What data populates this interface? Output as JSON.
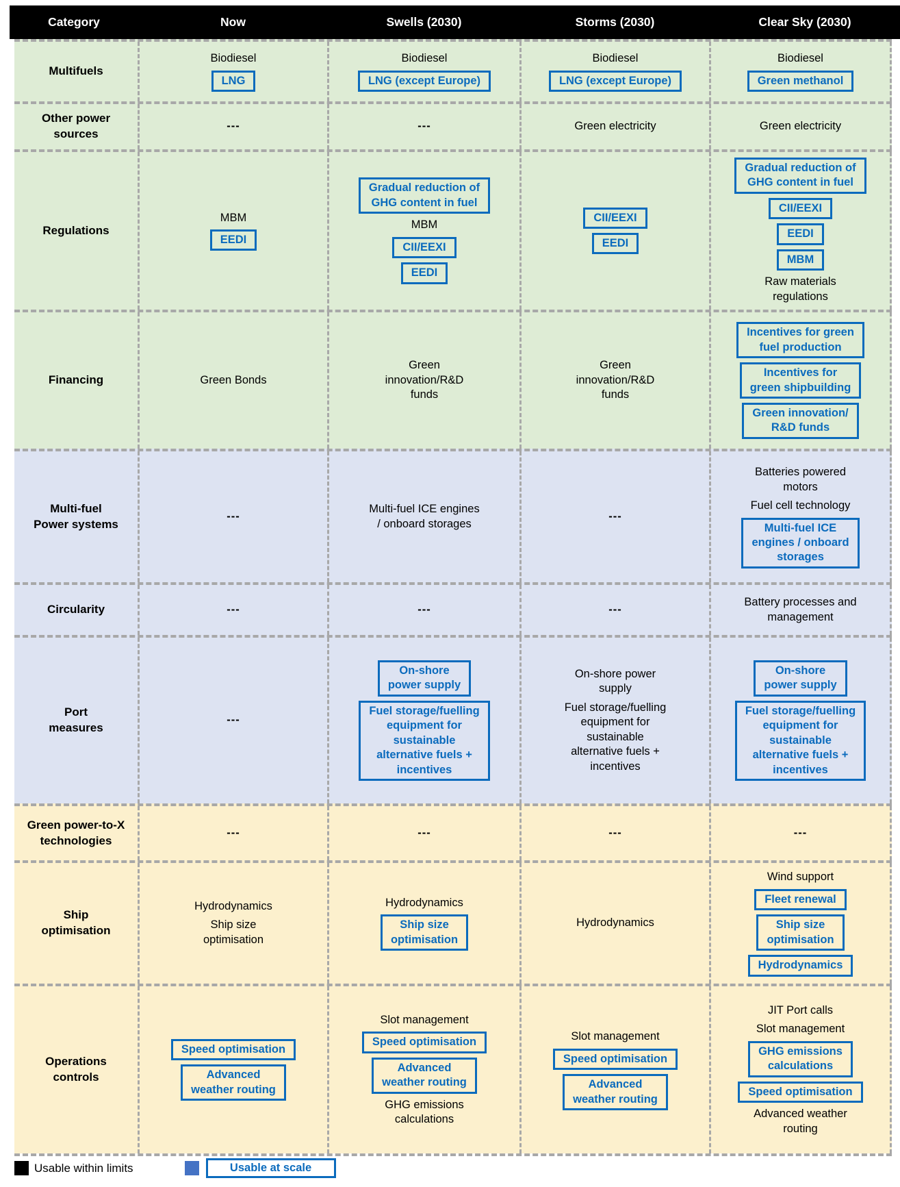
{
  "header": {
    "columns": [
      "Category",
      "Now",
      "Swells (2030)",
      "Storms (2030)",
      "Clear Sky (2030)"
    ]
  },
  "legend": {
    "usable_within_limits": "Usable within limits",
    "usable_at_scale": "Usable at scale"
  },
  "colors": {
    "green_band": "#deecd5",
    "lavender_band": "#dde3f2",
    "yellow_band": "#fcf0cd",
    "box_blue": "#0b6bbd",
    "legend_square_blue": "#4472c4",
    "grid_gray": "#a8a8a8",
    "header_black": "#000000"
  },
  "rows": [
    {
      "category": "Multifuels",
      "band": "green",
      "cells": [
        [
          {
            "t": "Biodiesel",
            "boxed": false
          },
          {
            "t": "LNG",
            "boxed": true
          }
        ],
        [
          {
            "t": "Biodiesel",
            "boxed": false
          },
          {
            "t": "LNG (except Europe)",
            "boxed": true
          }
        ],
        [
          {
            "t": "Biodiesel",
            "boxed": false
          },
          {
            "t": "LNG (except Europe)",
            "boxed": true
          }
        ],
        [
          {
            "t": "Biodiesel",
            "boxed": false
          },
          {
            "t": "Green methanol",
            "boxed": true
          }
        ]
      ]
    },
    {
      "category": "Other power\nsources",
      "band": "green",
      "cells": [
        [
          {
            "t": "---",
            "boxed": false
          }
        ],
        [
          {
            "t": "---",
            "boxed": false
          }
        ],
        [
          {
            "t": "Green electricity",
            "boxed": false
          }
        ],
        [
          {
            "t": "Green electricity",
            "boxed": false
          }
        ]
      ]
    },
    {
      "category": "Regulations",
      "band": "green",
      "cells": [
        [
          {
            "t": "MBM",
            "boxed": false
          },
          {
            "t": "EEDI",
            "boxed": true
          }
        ],
        [
          {
            "t": "Gradual reduction of\nGHG content in fuel",
            "boxed": true
          },
          {
            "t": "MBM",
            "boxed": false
          },
          {
            "t": "CII/EEXI",
            "boxed": true
          },
          {
            "t": "EEDI",
            "boxed": true
          }
        ],
        [
          {
            "t": "CII/EEXI",
            "boxed": true
          },
          {
            "t": "EEDI",
            "boxed": true
          }
        ],
        [
          {
            "t": "Gradual reduction of\nGHG content in fuel",
            "boxed": true
          },
          {
            "t": "CII/EEXI",
            "boxed": true
          },
          {
            "t": "EEDI",
            "boxed": true
          },
          {
            "t": "MBM",
            "boxed": true
          },
          {
            "t": "Raw materials\nregulations",
            "boxed": false
          }
        ]
      ]
    },
    {
      "category": "Financing",
      "band": "green",
      "cells": [
        [
          {
            "t": "Green Bonds",
            "boxed": false
          }
        ],
        [
          {
            "t": "Green\ninnovation/R&D\nfunds",
            "boxed": false
          }
        ],
        [
          {
            "t": "Green\ninnovation/R&D\nfunds",
            "boxed": false
          }
        ],
        [
          {
            "t": "Incentives for green\nfuel production",
            "boxed": true
          },
          {
            "t": "Incentives for\ngreen shipbuilding",
            "boxed": true
          },
          {
            "t": "Green innovation/\nR&D funds",
            "boxed": true
          }
        ]
      ]
    },
    {
      "category": "Multi-fuel\nPower systems",
      "band": "lav",
      "cells": [
        [
          {
            "t": "---",
            "boxed": false
          }
        ],
        [
          {
            "t": "Multi-fuel ICE engines\n/ onboard storages",
            "boxed": false
          }
        ],
        [
          {
            "t": "---",
            "boxed": false
          }
        ],
        [
          {
            "t": "Batteries powered\nmotors",
            "boxed": false
          },
          {
            "t": "Fuel cell technology",
            "boxed": false
          },
          {
            "t": "Multi-fuel ICE\nengines / onboard\nstorages",
            "boxed": true
          }
        ]
      ]
    },
    {
      "category": "Circularity",
      "band": "lav",
      "cells": [
        [
          {
            "t": "---",
            "boxed": false
          }
        ],
        [
          {
            "t": "---",
            "boxed": false
          }
        ],
        [
          {
            "t": "---",
            "boxed": false
          }
        ],
        [
          {
            "t": "Battery processes and\nmanagement",
            "boxed": false
          }
        ]
      ]
    },
    {
      "category": "Port\nmeasures",
      "band": "lav",
      "cells": [
        [
          {
            "t": "---",
            "boxed": false
          }
        ],
        [
          {
            "t": "On-shore\npower supply",
            "boxed": true
          },
          {
            "t": "Fuel storage/fuelling\nequipment for\nsustainable\nalternative fuels +\nincentives",
            "boxed": true
          }
        ],
        [
          {
            "t": "On-shore power\nsupply",
            "boxed": false
          },
          {
            "t": "Fuel storage/fuelling\nequipment for\nsustainable\nalternative fuels +\nincentives",
            "boxed": false
          }
        ],
        [
          {
            "t": "On-shore\npower supply",
            "boxed": true
          },
          {
            "t": "Fuel storage/fuelling\nequipment for\nsustainable\nalternative fuels +\nincentives",
            "boxed": true
          }
        ]
      ]
    },
    {
      "category": "Green power-to-X\ntechnologies",
      "band": "yellow",
      "cells": [
        [
          {
            "t": "---",
            "boxed": false
          }
        ],
        [
          {
            "t": "---",
            "boxed": false
          }
        ],
        [
          {
            "t": "---",
            "boxed": false
          }
        ],
        [
          {
            "t": "---",
            "boxed": false
          }
        ]
      ]
    },
    {
      "category": "Ship\noptimisation",
      "band": "yellow",
      "cells": [
        [
          {
            "t": "Hydrodynamics",
            "boxed": false
          },
          {
            "t": "Ship size\noptimisation",
            "boxed": false
          }
        ],
        [
          {
            "t": "Hydrodynamics",
            "boxed": false
          },
          {
            "t": "Ship size\noptimisation",
            "boxed": true
          }
        ],
        [
          {
            "t": "Hydrodynamics",
            "boxed": false
          }
        ],
        [
          {
            "t": "Wind support",
            "boxed": false
          },
          {
            "t": "Fleet renewal",
            "boxed": true
          },
          {
            "t": "Ship size\noptimisation",
            "boxed": true
          },
          {
            "t": "Hydrodynamics",
            "boxed": true
          }
        ]
      ]
    },
    {
      "category": "Operations\ncontrols",
      "band": "yellow",
      "cells": [
        [
          {
            "t": "Speed optimisation",
            "boxed": true
          },
          {
            "t": "Advanced\nweather routing",
            "boxed": true
          }
        ],
        [
          {
            "t": "Slot management",
            "boxed": false
          },
          {
            "t": "Speed optimisation",
            "boxed": true
          },
          {
            "t": "Advanced\nweather routing",
            "boxed": true
          },
          {
            "t": "GHG emissions\ncalculations",
            "boxed": false
          }
        ],
        [
          {
            "t": "Slot management",
            "boxed": false
          },
          {
            "t": "Speed optimisation",
            "boxed": true
          },
          {
            "t": "Advanced\nweather routing",
            "boxed": true
          }
        ],
        [
          {
            "t": "JIT Port calls",
            "boxed": false
          },
          {
            "t": "Slot management",
            "boxed": false
          },
          {
            "t": "GHG emissions\ncalculations",
            "boxed": true
          },
          {
            "t": "Speed optimisation",
            "boxed": true
          },
          {
            "t": "Advanced weather\nrouting",
            "boxed": false
          }
        ]
      ]
    }
  ]
}
